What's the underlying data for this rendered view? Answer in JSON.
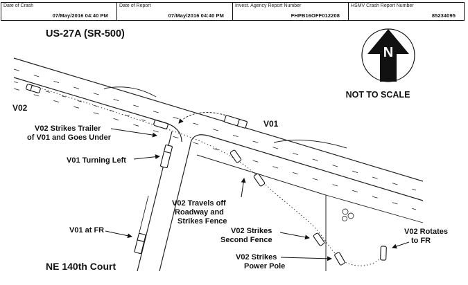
{
  "header": {
    "cells": [
      {
        "label": "Date of Crash",
        "value": "07/May/2016 04:40 PM"
      },
      {
        "label": "Date of Report",
        "value": "07/May/2016 04:40 PM"
      },
      {
        "label": "Invest. Agency Report Number",
        "value": "FHPB16OFF012208"
      },
      {
        "label": "HSMV Crash Report Number",
        "value": "85234095"
      }
    ]
  },
  "diagram": {
    "road_name": "US-27A (SR-500)",
    "side_street": "NE 140th Court",
    "north_label": "N",
    "scale_note": "NOT TO SCALE",
    "vehicle_v01": "V01",
    "vehicle_v02": "V02",
    "annotations": {
      "strikes_trailer_line1": "V02 Strikes Trailer",
      "strikes_trailer_line2": "of V01 and Goes Under",
      "turning_left": "V01 Turning Left",
      "travels_off_line1": "V02 Travels off",
      "travels_off_line2": "Roadway and",
      "travels_off_line3": "Strikes Fence",
      "at_fr": "V01 at FR",
      "second_fence_line1": "V02 Strikes",
      "second_fence_line2": "Second Fence",
      "power_pole_line1": "V02 Strikes",
      "power_pole_line2": "Power Pole",
      "rotates_line1": "V02 Rotates",
      "rotates_line2": "to FR"
    }
  }
}
